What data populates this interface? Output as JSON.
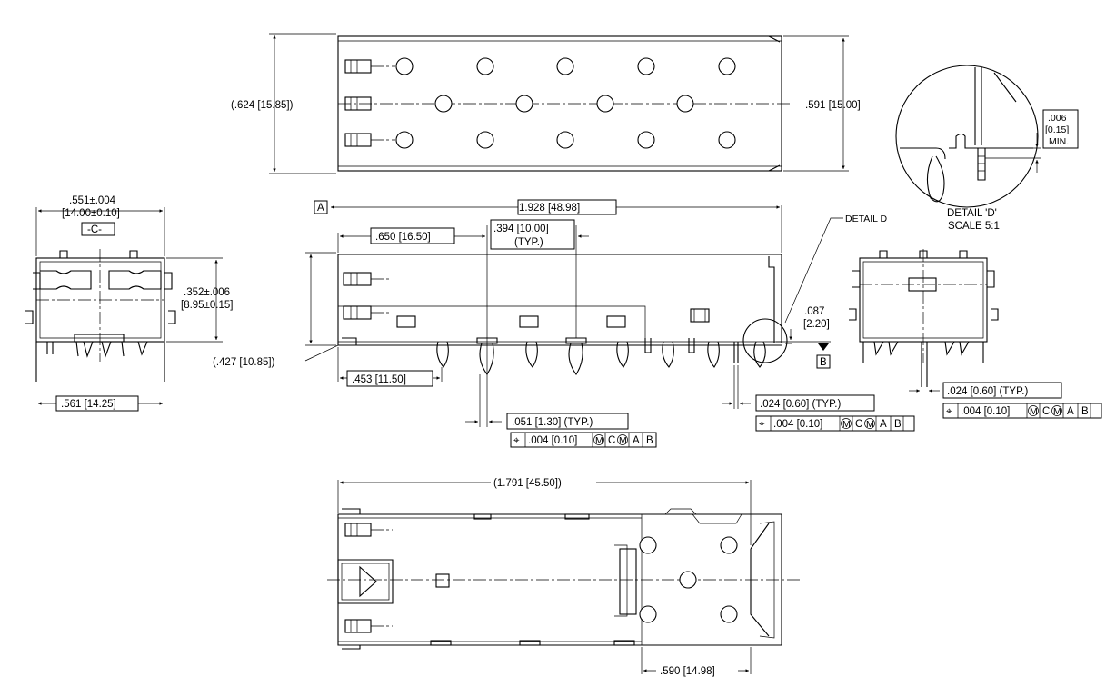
{
  "dims": {
    "top_height": "(.624 [15.85])",
    "top_width": ".591 [15.00]",
    "overall_length": "1.928 [48.98]",
    "first_pin": ".650 [16.50]",
    "pin_spacing": ".394 [10.00]",
    "pin_spacing_typ": "(TYP.)",
    "board_height": "(.427 [10.85])",
    "pin_offset": ".453 [11.50]",
    "pin_width": ".051 [1.30] (TYP.)",
    "body_width": ".551±.004",
    "body_width_mm": "[14.00±0.10]",
    "datum_c": "-C-",
    "body_height": ".352±.006",
    "body_height_mm": "[8.95±0.15]",
    "base_width": ".561 [14.25]",
    "detail_height": ".087",
    "detail_height_mm": "[2.20]",
    "pin_thick": ".024 [0.60] (TYP.)",
    "side_pin_thick": ".024 [0.60] (TYP.)",
    "bottom_length": "(1.791 [45.50])",
    "bottom_offset": ".590 [14.98]",
    "min_gap_1": ".006",
    "min_gap_2": "[0.15]",
    "min_gap_3": "MIN."
  },
  "datums": {
    "a": "A",
    "b": "B"
  },
  "tolerance": {
    "symbol": "⌖",
    "value": ".004 [0.10]",
    "mod1": "M",
    "ref_c": "C",
    "mod2": "M",
    "ref_a": "A",
    "ref_b": "B"
  },
  "detail": {
    "callout": "DETAIL D",
    "title": "DETAIL 'D'",
    "scale": "SCALE 5:1"
  }
}
